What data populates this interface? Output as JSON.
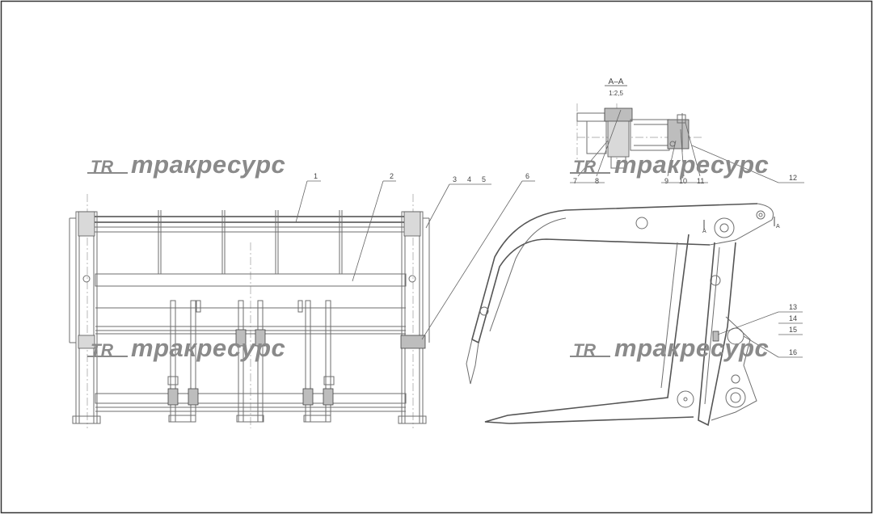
{
  "watermark": {
    "logo": "TR",
    "text": "тракресурс"
  },
  "section": {
    "title": "A–A",
    "scale": "1:2,5"
  },
  "section_marks": [
    "A",
    "A"
  ],
  "callouts": [
    "1",
    "2",
    "3",
    "4",
    "5",
    "6",
    "7",
    "8",
    "9",
    "10",
    "11",
    "12",
    "13",
    "14",
    "15",
    "16"
  ],
  "colors": {
    "line": "#6e6e6e",
    "watermark": "#8a8a8a",
    "frame": "#333333"
  }
}
